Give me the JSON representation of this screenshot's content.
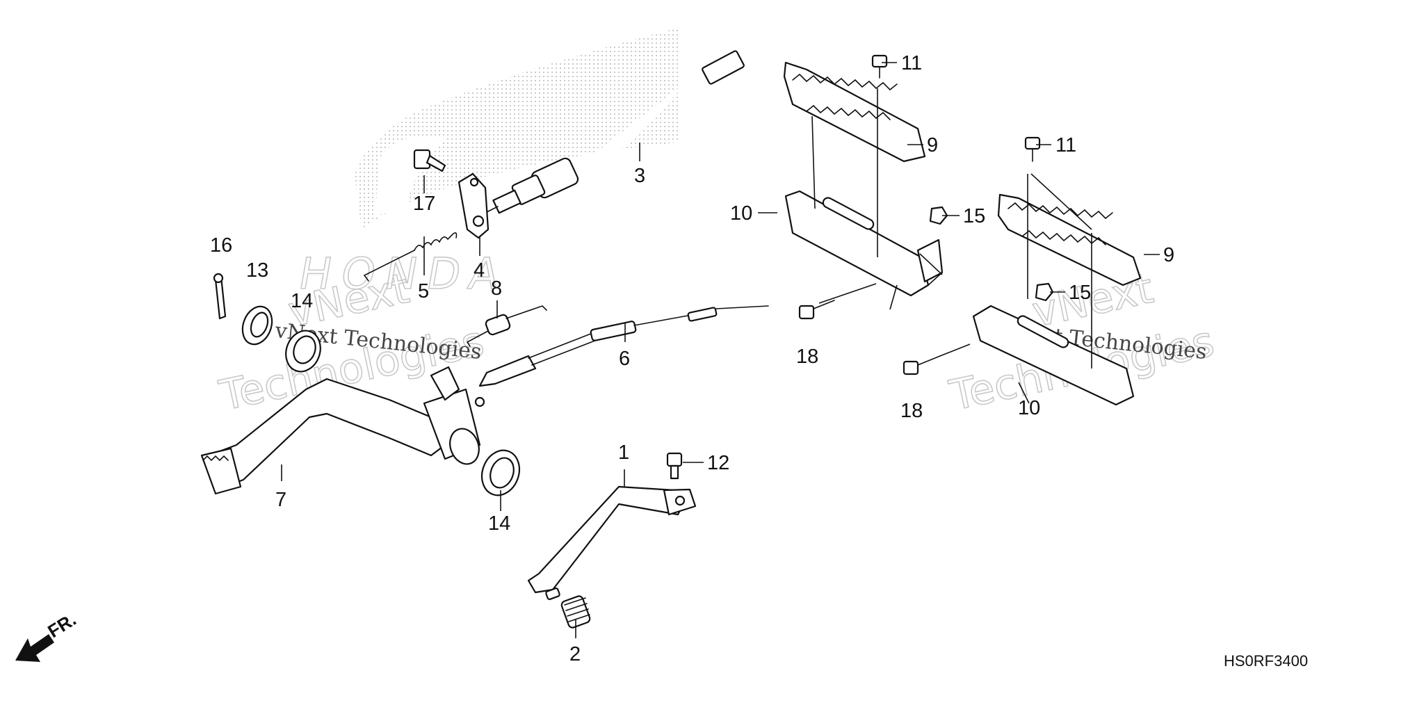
{
  "diagram": {
    "code": "HS0RF3400",
    "direction_label": "FR.",
    "watermark": {
      "brand": "HONDA",
      "company_top": "vNext",
      "company_bottom": "Technologies",
      "company_inline": "vNext Technologies"
    },
    "callouts": {
      "c1": "1",
      "c2": "2",
      "c3": "3",
      "c4": "4",
      "c5": "5",
      "c6": "6",
      "c7": "7",
      "c8": "8",
      "c9a": "9",
      "c9b": "9",
      "c10a": "10",
      "c10b": "10",
      "c11a": "11",
      "c11b": "11",
      "c12": "12",
      "c13": "13",
      "c14a": "14",
      "c14b": "14",
      "c15a": "15",
      "c15b": "15",
      "c16": "16",
      "c17": "17",
      "c18a": "18",
      "c18b": "18"
    }
  }
}
